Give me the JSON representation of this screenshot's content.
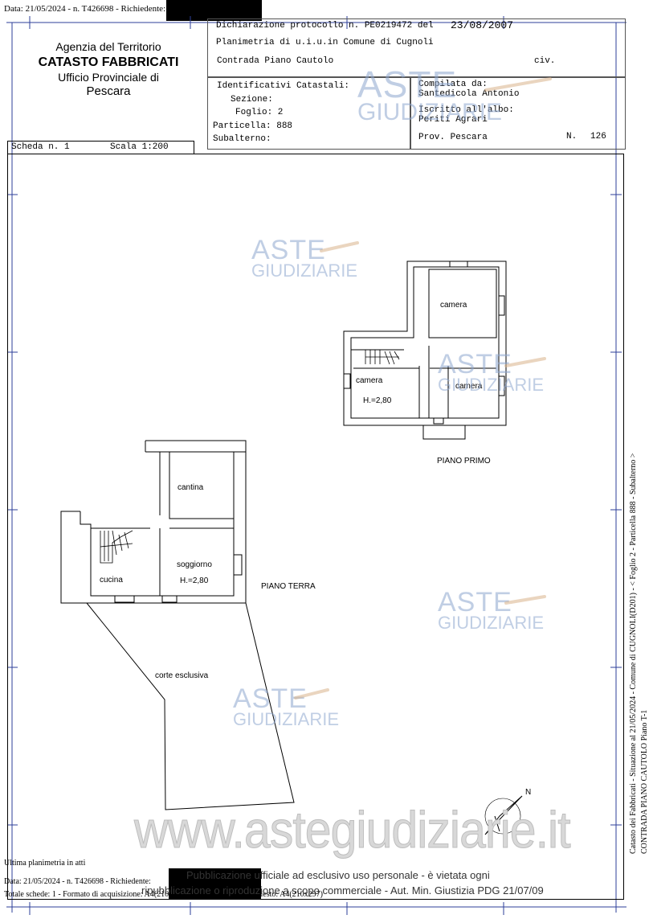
{
  "top_header": {
    "left_text": "Data: 21/05/2024 - n. T426698 - Richiedente:"
  },
  "agency": {
    "line1": "Agenzia del Territorio",
    "line2": "CATASTO FABBRICATI",
    "line3": "Ufficio Provinciale di",
    "line4": "Pescara"
  },
  "declaration": {
    "protocol_label": "Dichiarazione protocollo n. PE0219472 del",
    "protocol_date": "23/08/2007",
    "title": "Planimetria di u.i.u.in Comune di Cugnoli",
    "address": "Contrada Piano Cautolo",
    "civ_label": "civ."
  },
  "identifiers": {
    "heading": "Identificativi Catastali:",
    "sezione": "Sezione:",
    "foglio": "Foglio: 2",
    "particella": "Particella: 888",
    "subalterno": "Subalterno:"
  },
  "compiler": {
    "compilata": "Compilata da:",
    "name": "Santedicola Antonio",
    "iscritto": "Iscritto all'albo:",
    "albo": "Periti Agrari",
    "prov": "Prov. Pescara",
    "n_label": "N.",
    "n_value": "126"
  },
  "scheda": {
    "label": "Scheda n. 1",
    "scala": "Scala 1:200"
  },
  "plan": {
    "first_floor_rooms": {
      "camera_top": "camera",
      "camera_left": "camera",
      "height_left": "H.=2,80",
      "camera_right": "camera"
    },
    "first_floor_label": "PIANO PRIMO",
    "ground_rooms": {
      "cantina": "cantina",
      "soggiorno": "soggiorno",
      "height": "H.=2,80",
      "cucina": "cucina",
      "corte": "corte esclusiva"
    },
    "ground_label": "PIANO TERRA",
    "north": "N"
  },
  "watermark": {
    "aste": "ASTE",
    "giudiziarie": "GIUDIZIARIE",
    "site": "www.astegiudiziarie.it"
  },
  "footer": {
    "ultima": "Ultima planimetria in atti",
    "line1": "Data: 21/05/2024 - n. T426698 - Richiedente:",
    "line2": "Totale schede: 1 - Formato di acquisizione: A4(210x297) - Formato stampa richiesto: A4(210x297)",
    "notice1": "Pubblicazione ufficiale ad esclusivo uso personale - è vietata ogni",
    "notice2": "ripubblicazione o riproduzione a scopo commerciale - Aut. Min. Giustizia PDG 21/07/09"
  },
  "side": {
    "line1": "Catasto dei Fabbricati - Situazione al 21/05/2024 - Comune di CUGNOLI(D201) - < Foglio 2 - Particella 888 - Subalterno >",
    "line2": "CONTRADA PIANO CAUTOLO Piano T-1"
  },
  "colors": {
    "watermark": "#8ea7cf",
    "frame": "#2e3f9a"
  }
}
